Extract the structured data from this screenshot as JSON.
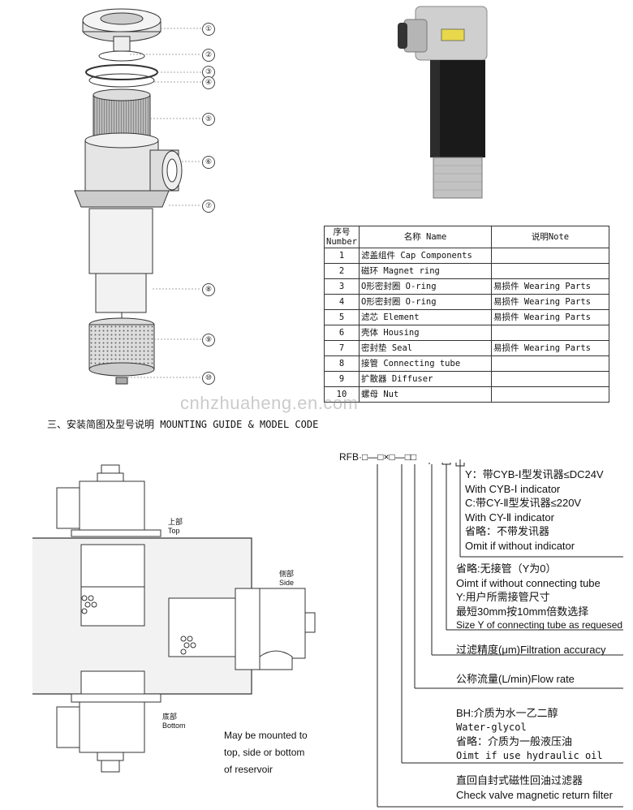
{
  "callouts": [
    "①",
    "②",
    "③",
    "④",
    "⑤",
    "⑥",
    "⑦",
    "⑧",
    "⑨",
    "⑩"
  ],
  "table": {
    "headers": {
      "no": "序号 Number",
      "name": "名称 Name",
      "note": "说明Note"
    },
    "rows": [
      {
        "no": "1",
        "name": "滤盖组件 Cap Components",
        "note": ""
      },
      {
        "no": "2",
        "name": "磁环 Magnet ring",
        "note": ""
      },
      {
        "no": "3",
        "name": "O形密封圈 O-ring",
        "note": "易损件 Wearing Parts"
      },
      {
        "no": "4",
        "name": "O形密封圈 O-ring",
        "note": "易损件 Wearing Parts"
      },
      {
        "no": "5",
        "name": "滤芯 Element",
        "note": "易损件 Wearing Parts"
      },
      {
        "no": "6",
        "name": "壳体 Housing",
        "note": ""
      },
      {
        "no": "7",
        "name": "密封垫 Seal",
        "note": "易损件 Wearing Parts"
      },
      {
        "no": "8",
        "name": "接管 Connecting tube",
        "note": ""
      },
      {
        "no": "9",
        "name": "扩散器 Diffuser",
        "note": ""
      },
      {
        "no": "10",
        "name": "螺母 Nut",
        "note": ""
      }
    ]
  },
  "watermark": "cnhzhuaheng.en.com",
  "section_title": "三、安装简图及型号说明 MOUNTING GUIDE & MODEL CODE",
  "mounting": {
    "top_cn": "上部",
    "top_en": "Top",
    "side_cn": "侧部",
    "side_en": "Side",
    "bottom_cn": "底部",
    "bottom_en": "Bottom",
    "note_line1": "May be mounted to",
    "note_line2": "top, side or bottom",
    "note_line3": "of reservoir"
  },
  "model_code": {
    "code": "RFB·□—□×□—□□",
    "indicator": [
      "Y：带CYB-Ⅰ型发讯器≤DC24V",
      "With CYB-Ⅰ indicator",
      "C:带CY-Ⅱ型发讯器≤220V",
      "With CY-Ⅱ indicator",
      "省略：不带发讯器",
      "Omit if without indicator"
    ],
    "tube": [
      "省略:无接管（Y为0）",
      "Oimt if without connecting tube",
      "Y:用户所需接管尺寸",
      "最短30mm按10mm倍数选择",
      "Size Y of connecting tube as requesed"
    ],
    "accuracy": "过滤精度(μm)Filtration accuracy",
    "flow": "公称流量(L/min)Flow rate",
    "medium": [
      "BH:介质为水一乙二醇",
      "Water-glycol",
      "省略：介质为一般液压油",
      "Oimt if use hydraulic oil"
    ],
    "product": [
      "直回自封式磁性回油过滤器",
      "Check valve magnetic return filter"
    ]
  },
  "colors": {
    "body_dark": "#1a1a1a",
    "metal": "#c8c8c8",
    "label_yellow": "#e8d84a"
  }
}
